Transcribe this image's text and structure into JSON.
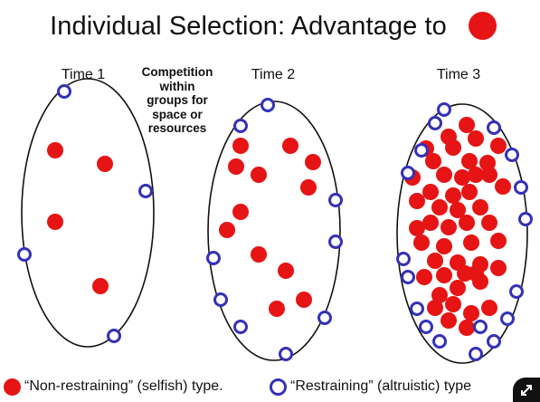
{
  "title": "Individual Selection: Advantage to",
  "colors": {
    "selfish": "#e61414",
    "altruistic": "#3431b8",
    "outline": "#111111",
    "background": "#ffffff"
  },
  "panels": [
    {
      "label": "Time 1"
    },
    {
      "label": "Time 2"
    },
    {
      "label": "Time 3"
    }
  ],
  "annotation": [
    "Competition",
    "within",
    "groups for",
    "space or",
    "resources"
  ],
  "legend": {
    "selfish_label": "“Non-restraining” (selfish) type.",
    "altruistic_label": "“Restraining” (altruistic) type"
  },
  "icons": {
    "corner_button": "expand-arrows-icon"
  }
}
